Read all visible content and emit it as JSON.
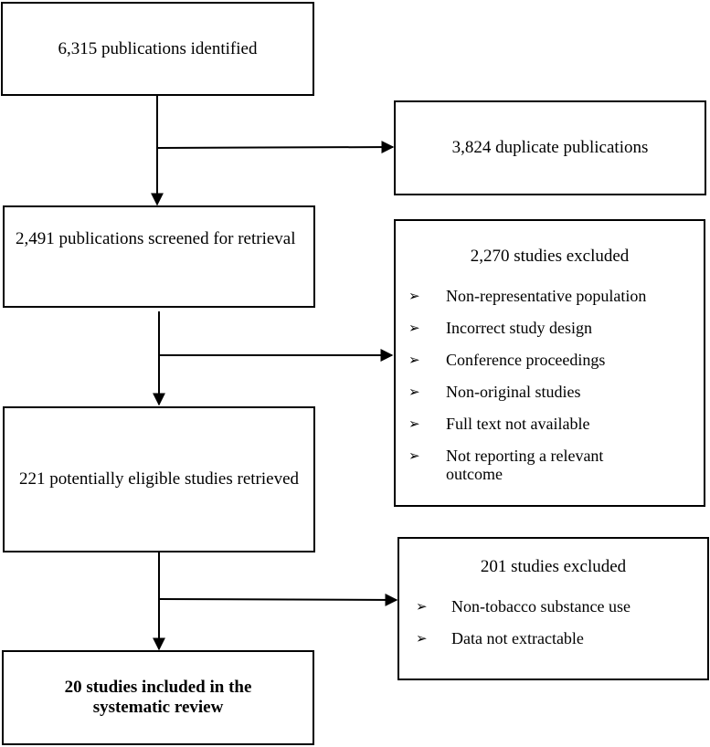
{
  "boxes": {
    "identified": "6,315 publications identified",
    "duplicates": "3,824 duplicate publications",
    "screened": "2,491 publications screened for retrieval",
    "retrieved": "221 potentially eligible studies retrieved",
    "included": "20 studies included in the systematic review"
  },
  "exclusion1": {
    "title": "2,270 studies excluded",
    "marker": "➢",
    "items": [
      "Non-representative population",
      "Incorrect study design",
      "Conference proceedings",
      "Non-original studies",
      "Full text not available",
      "Not reporting a relevant outcome"
    ]
  },
  "exclusion2": {
    "title": "201 studies excluded",
    "marker": "➢",
    "items": [
      "Non-tobacco substance use",
      "Data not extractable"
    ]
  }
}
